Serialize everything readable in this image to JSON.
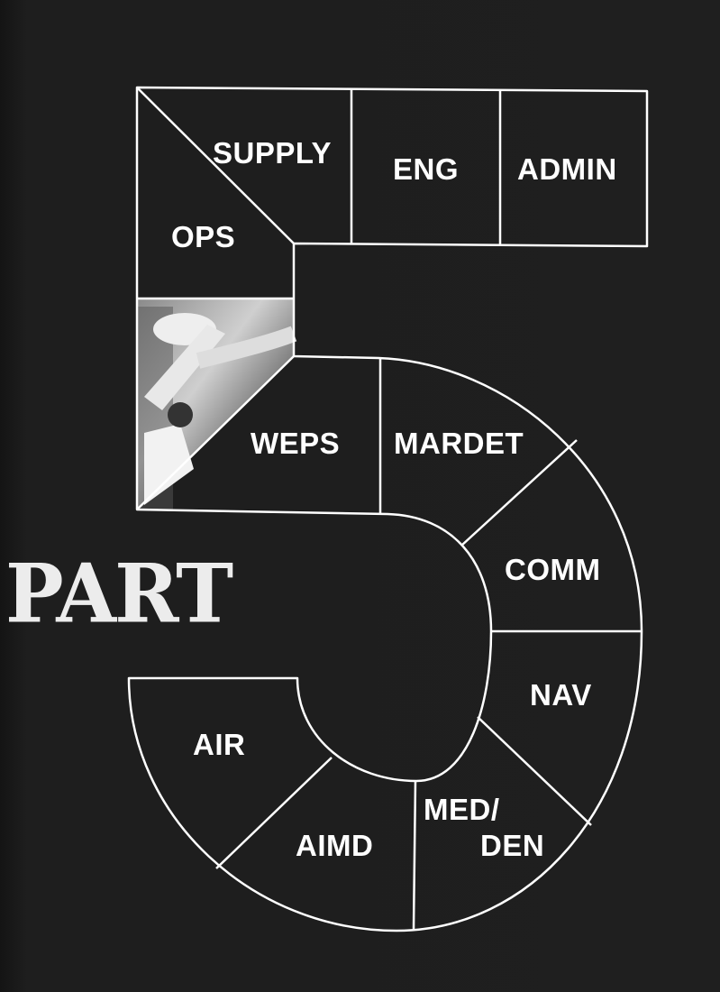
{
  "part": {
    "label": "PART",
    "number": "5"
  },
  "departments": {
    "supply": "SUPPLY",
    "eng": "ENG",
    "admin": "ADMIN",
    "ops": "OPS",
    "weps": "WEPS",
    "mardet": "MARDET",
    "comm": "COMM",
    "nav": "NAV",
    "med_den_line1": "MED/",
    "med_den_line2": "DEN",
    "aimd": "AIMD",
    "air": "AIR"
  },
  "colors": {
    "background": "#1c1c1c",
    "lines": "#ffffff"
  }
}
